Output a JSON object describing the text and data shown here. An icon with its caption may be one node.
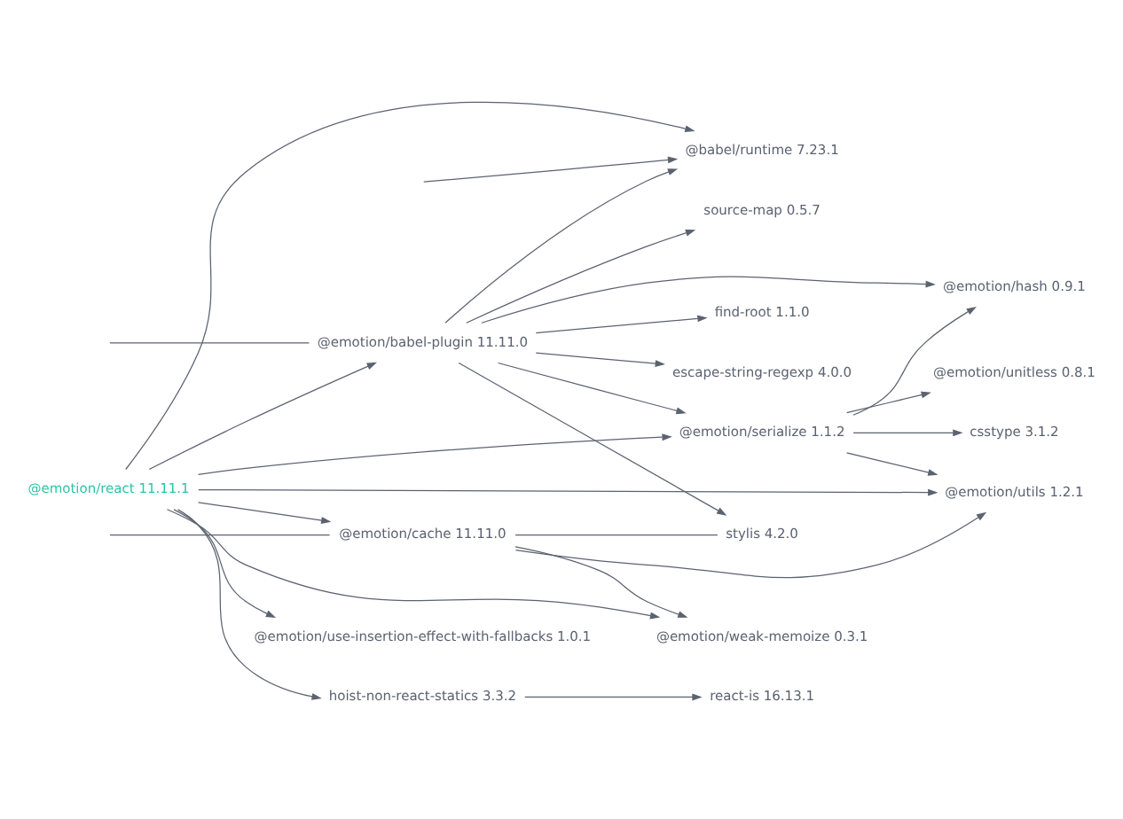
{
  "diagram": {
    "nodes": [
      {
        "text": [
          "source-map 0.5.7"
        ]
      },
      {
        "text": [
          "@babel/runtime 7.23.1"
        ]
      },
      {
        "text": [
          "@emotion/babel-plugin 11.11.0"
        ]
      },
      {
        "text": [
          "find-root 1.1.0"
        ]
      },
      {
        "text": [
          "@emotion/hash 0.9.1"
        ]
      },
      {
        "text": [
          "escape-string-regexp 4.0.0"
        ]
      },
      {
        "text": [
          "@emotion/unitless 0.8.1"
        ]
      },
      {
        "text": [
          "@emotion/serialize 1.1.2"
        ]
      },
      {
        "text": [
          "stylis 4.2.0"
        ]
      },
      {
        "text": [
          "@emotion/use-insertion-effect-with-fallbacks 1.0.1"
        ]
      },
      {
        "text": [
          "@emotion/react 11.11.1"
        ]
      },
      {
        "text": [
          "csstype 3.1.2"
        ]
      },
      {
        "text": [
          "@emotion/utils 1.2.1"
        ]
      },
      {
        "text": [
          "hoist-non-react-statics 3.3.2"
        ]
      },
      {
        "text": [
          "@emotion/cache 11.11.0"
        ]
      },
      {
        "text": [
          "@emotion/weak-memoize 0.3.1"
        ]
      },
      {
        "text": [
          "react-is 16.13.1"
        ]
      }
    ],
    "edges": [
      {
        "from": 2,
        "to": 0,
        "arrow": "to"
      },
      {
        "from": 2,
        "to": 1,
        "arrow": "to"
      },
      {
        "from": 2,
        "to": 3,
        "arrow": "to"
      },
      {
        "from": 2,
        "to": 4,
        "arrow": "to"
      },
      {
        "from": 2,
        "to": 5,
        "arrow": "to"
      },
      {
        "from": 2,
        "to": 7,
        "arrow": "to"
      },
      {
        "from": 2,
        "to": 8,
        "arrow": "to"
      },
      {
        "from": 7,
        "to": 6,
        "arrow": "to"
      },
      {
        "from": 7,
        "to": 4,
        "arrow": "to"
      },
      {
        "from": 7,
        "to": 11,
        "arrow": "to"
      },
      {
        "from": 7,
        "to": 12,
        "arrow": "to"
      },
      {
        "from": 10,
        "to": 2,
        "arrow": "to"
      },
      {
        "from": 10,
        "to": 1,
        "arrow": "to"
      },
      {
        "from": 10,
        "to": 7,
        "arrow": "to"
      },
      {
        "from": 10,
        "to": 9,
        "arrow": "to"
      },
      {
        "from": 10,
        "to": 12,
        "arrow": "to"
      },
      {
        "from": 10,
        "to": 15,
        "arrow": "to"
      },
      {
        "from": 10,
        "to": 14,
        "arrow": "to"
      },
      {
        "from": 10,
        "to": 13,
        "arrow": "to"
      },
      {
        "from": 13,
        "to": 16,
        "arrow": "to"
      },
      {
        "from": 14,
        "to": 12,
        "arrow": "to"
      },
      {
        "from": 14,
        "to": 15,
        "arrow": "to"
      },
      {
        "from": 14,
        "to": 8,
        "arrow": "none"
      },
      {
        "from": null,
        "to": 2,
        "arrow": "none"
      },
      {
        "from": null,
        "to": 1,
        "arrow": "to"
      },
      {
        "from": null,
        "to": 14,
        "arrow": "none"
      }
    ]
  }
}
